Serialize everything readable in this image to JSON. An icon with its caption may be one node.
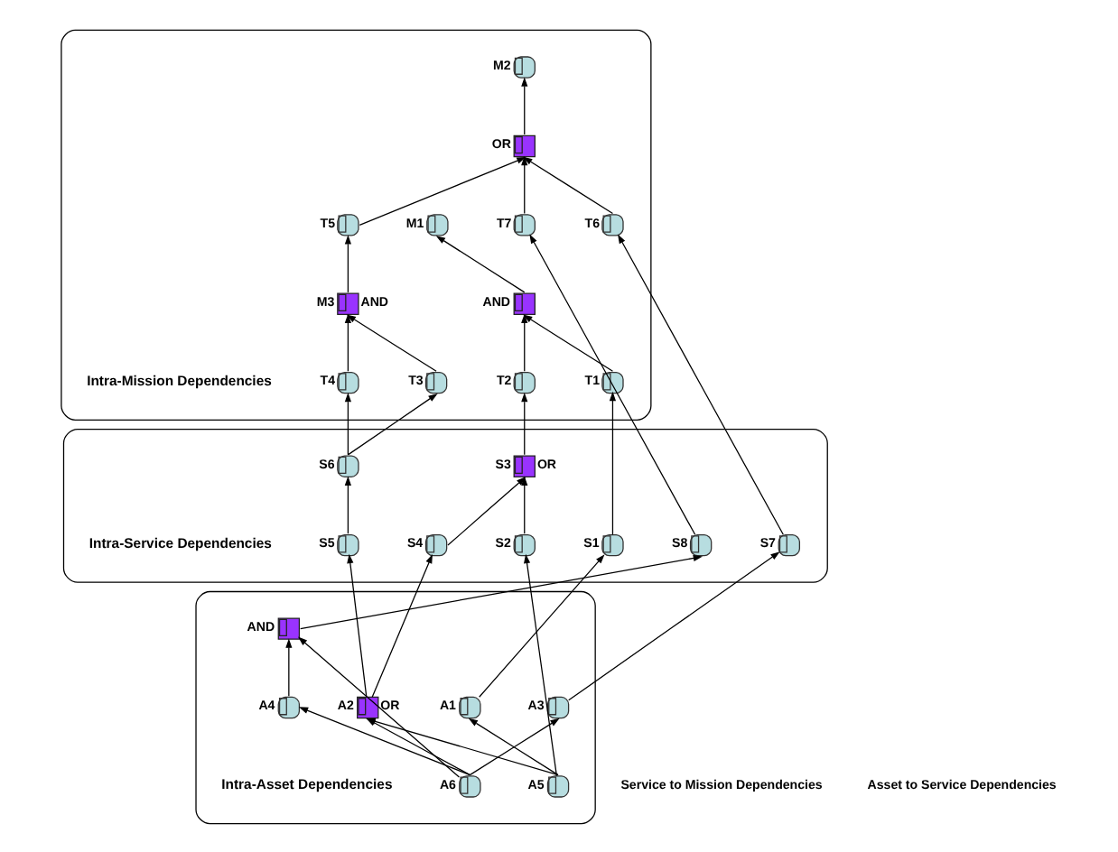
{
  "diagram": {
    "nodes": [
      {
        "text": [],
        "shape": "ellipse",
        "beside": [
          "Intra-Mission Dependencies"
        ]
      },
      {
        "text": [],
        "shape": "box",
        "beside": [
          "AND"
        ],
        "in": 0
      },
      {
        "text": [],
        "shape": "circle",
        "beside": [
          "M1"
        ],
        "in": 0
      },
      {
        "text": [],
        "shape": "circle",
        "beside": [
          "M2"
        ],
        "in": 0
      },
      {
        "text": [],
        "shape": "box",
        "beside": [
          "OR"
        ],
        "in": 0
      },
      {
        "text": [],
        "shape": "circle",
        "beside": [
          "T5"
        ],
        "in": 0
      },
      {
        "text": [],
        "shape": "circle",
        "beside": [
          "T6"
        ],
        "in": 0
      },
      {
        "text": [],
        "shape": "circle",
        "beside": [
          "T7"
        ],
        "in": 0
      },
      {
        "text": [],
        "shape": "circle",
        "beside": [
          "T1"
        ],
        "in": 0
      },
      {
        "text": [],
        "shape": "circle",
        "beside": [
          "T2"
        ],
        "in": 0
      },
      {
        "text": [],
        "shape": "box",
        "beside": [
          "M3",
          "AND"
        ],
        "in": 0
      },
      {
        "text": [],
        "shape": "circle",
        "beside": [
          "T3"
        ],
        "in": 0
      },
      {
        "text": [],
        "shape": "circle",
        "beside": [
          "T4"
        ],
        "in": 0
      },
      {
        "text": [],
        "shape": "ellipse",
        "beside": [
          "Intra-Service Dependencies"
        ]
      },
      {
        "text": [],
        "shape": "box",
        "beside": [
          "S3",
          "OR"
        ],
        "in": 13
      },
      {
        "text": [],
        "shape": "circle",
        "beside": [
          "S6"
        ],
        "in": 13
      },
      {
        "text": [],
        "shape": "circle",
        "beside": [
          "S7"
        ],
        "in": 13
      },
      {
        "text": [],
        "shape": "circle",
        "beside": [
          "S8"
        ],
        "in": 13
      },
      {
        "text": [],
        "shape": "circle",
        "beside": [
          "S1"
        ],
        "in": 13
      },
      {
        "text": [],
        "shape": "circle",
        "beside": [
          "S2"
        ],
        "in": 13
      },
      {
        "text": [],
        "shape": "circle",
        "beside": [
          "S4"
        ],
        "in": 13
      },
      {
        "text": [],
        "shape": "circle",
        "beside": [
          "S5"
        ],
        "in": 13
      },
      {
        "text": [],
        "shape": "ellipse",
        "beside": [
          "Intra-Asset Dependencies"
        ]
      },
      {
        "text": [],
        "shape": "circle",
        "beside": [
          "A1"
        ],
        "in": 22
      },
      {
        "text": [],
        "shape": "box",
        "beside": [
          "A2",
          "OR"
        ],
        "in": 22
      },
      {
        "text": [],
        "shape": "circle",
        "beside": [
          "A3"
        ],
        "in": 22
      },
      {
        "text": [],
        "shape": "box",
        "beside": [
          "AND"
        ],
        "in": 22
      },
      {
        "text": [],
        "shape": "circle",
        "beside": [
          "A4"
        ],
        "in": 22
      },
      {
        "text": [],
        "shape": "circle",
        "beside": [
          "A5"
        ],
        "in": 22
      },
      {
        "text": [],
        "shape": "circle",
        "beside": [
          "A6"
        ],
        "in": 22
      }
    ],
    "edges": [
      {
        "from": 1,
        "to": 2,
        "arrow": "to"
      },
      {
        "from": 8,
        "to": 1,
        "arrow": "to"
      },
      {
        "from": 9,
        "to": 1,
        "arrow": "to"
      },
      {
        "from": 4,
        "to": 3,
        "arrow": "to"
      },
      {
        "from": 5,
        "to": 4,
        "arrow": "to"
      },
      {
        "from": 6,
        "to": 4,
        "arrow": "to"
      },
      {
        "from": 7,
        "to": 4,
        "arrow": "to"
      },
      {
        "from": 10,
        "to": 5,
        "arrow": "to"
      },
      {
        "from": 11,
        "to": 10,
        "arrow": "to"
      },
      {
        "from": 12,
        "to": 10,
        "arrow": "to"
      },
      {
        "from": 18,
        "to": 8,
        "arrow": "to"
      },
      {
        "from": 14,
        "to": 9,
        "arrow": "to"
      },
      {
        "from": 15,
        "to": 11,
        "arrow": "to"
      },
      {
        "from": 15,
        "to": 12,
        "arrow": "to"
      },
      {
        "from": 16,
        "to": 6,
        "arrow": "to"
      },
      {
        "from": 17,
        "to": 7,
        "arrow": "to"
      },
      {
        "from": 19,
        "to": 14,
        "arrow": "to"
      },
      {
        "from": 20,
        "to": 14,
        "arrow": "to"
      },
      {
        "from": 21,
        "to": 15,
        "arrow": "to"
      },
      {
        "from": 23,
        "to": 18,
        "arrow": "to"
      },
      {
        "from": 28,
        "to": 19,
        "arrow": "to"
      },
      {
        "from": 24,
        "to": 20,
        "arrow": "to"
      },
      {
        "from": 24,
        "to": 21,
        "arrow": "to"
      },
      {
        "from": 25,
        "to": 16,
        "arrow": "to"
      },
      {
        "from": 26,
        "to": 17,
        "arrow": "to"
      },
      {
        "from": 28,
        "to": 23,
        "arrow": "to"
      },
      {
        "from": 28,
        "to": 24,
        "arrow": "to"
      },
      {
        "from": 29,
        "to": 24,
        "arrow": "to"
      },
      {
        "from": 29,
        "to": 25,
        "arrow": "to"
      },
      {
        "from": 29,
        "to": 26,
        "arrow": "to"
      },
      {
        "from": 29,
        "to": 27,
        "arrow": "to"
      },
      {
        "from": 27,
        "to": 26,
        "arrow": "to"
      }
    ],
    "labels": [
      "Service to Mission Dependencies",
      "Asset to Service Dependencies"
    ]
  }
}
